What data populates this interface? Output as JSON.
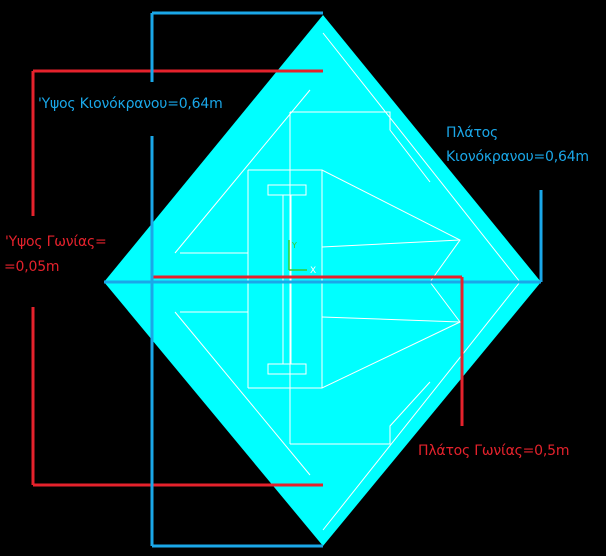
{
  "labels": {
    "capital_height": "'Υψος Κιονόκρανου=0,64m",
    "capital_width_line1": "Πλάτος",
    "capital_width_line2": "Κιονόκρανου=0,64m",
    "corner_height_line1": "'Υψος Γωνίας=",
    "corner_height_line2": "=0,05m",
    "corner_width": "Πλάτος Γωνίας=0,5m"
  },
  "ucs_icon": {
    "x_label": "X",
    "y_label": "Y"
  },
  "colors": {
    "background": "#000000",
    "diamond_fill": "#00ffff",
    "drawing_lines": "#ffffff",
    "dimension_blue": "#1aa7e8",
    "dimension_red": "#e5222c",
    "ucs_icon": "#33cc33"
  }
}
